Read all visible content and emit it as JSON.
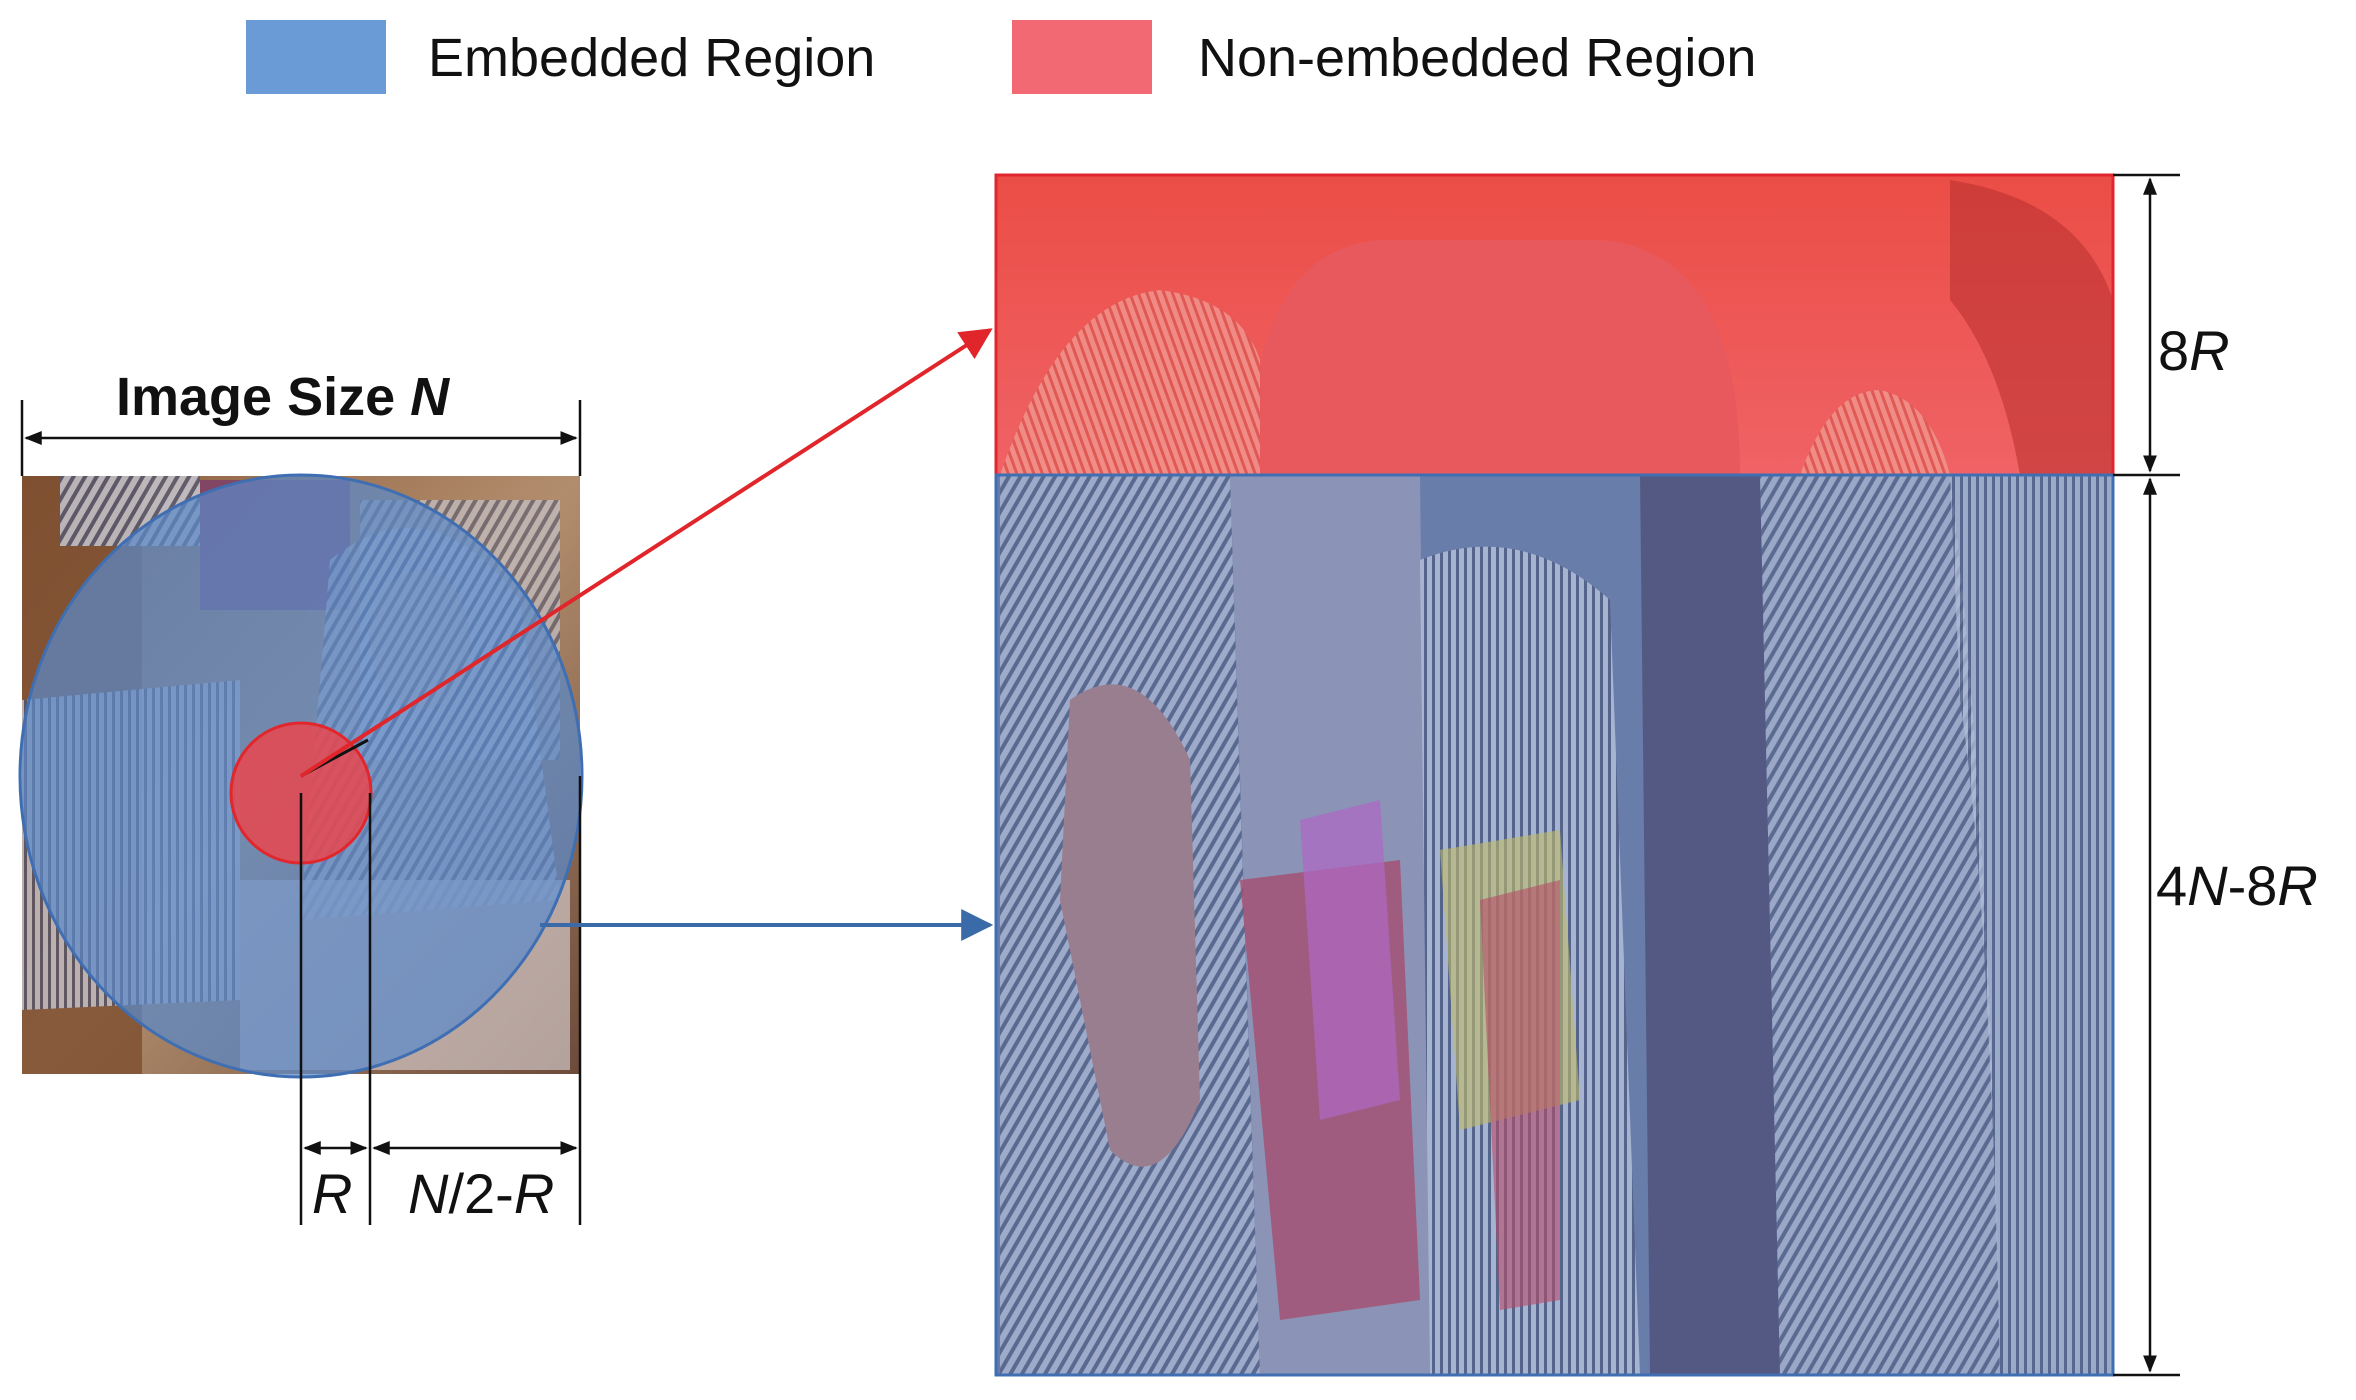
{
  "legend": {
    "items": [
      {
        "label": "Embedded Region",
        "color": "#6a9bd6"
      },
      {
        "label": "Non-embedded Region",
        "color": "#f26873"
      }
    ]
  },
  "left_panel": {
    "size_label_text": "Image Size ",
    "size_label_var": "N",
    "bottom_label_r": "R",
    "bottom_label_right": {
      "a": "N",
      "b": "/2-",
      "c": "R"
    }
  },
  "right_panel": {
    "top_dim": {
      "a": "8",
      "b": "R"
    },
    "bottom_dim": {
      "a": "4",
      "b": "N",
      "c": "-8",
      "d": "R"
    }
  },
  "colors": {
    "embedded": "#3f6fb2",
    "embedded_fill": "#5b89c9",
    "non_embedded": "#e1272d",
    "non_embedded_fill": "#f0555c",
    "arrow_red": "#e0262b",
    "arrow_blue": "#3a6aa8",
    "dim_line": "#111111"
  }
}
